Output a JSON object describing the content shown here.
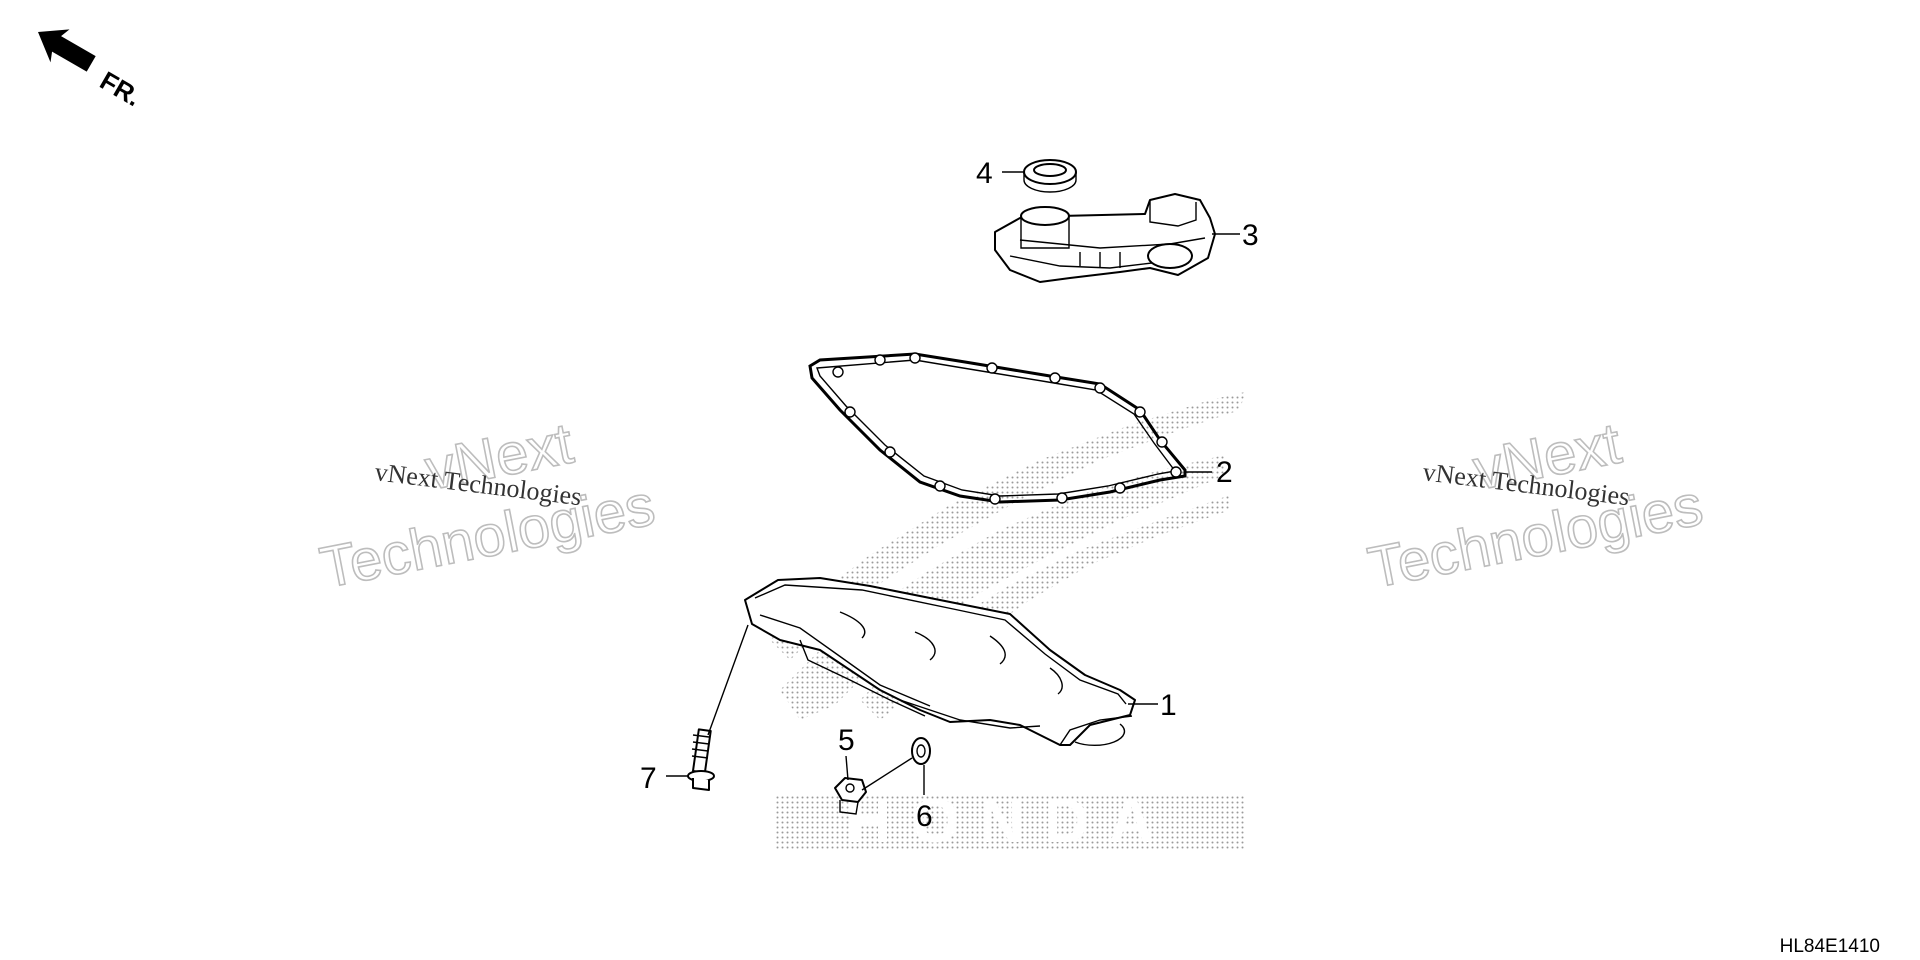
{
  "direction": {
    "label": "FR.",
    "icon": "front-arrow-icon"
  },
  "callouts": [
    {
      "id": "1",
      "label": "1",
      "part": "oil-pan"
    },
    {
      "id": "2",
      "label": "2",
      "part": "gasket"
    },
    {
      "id": "3",
      "label": "3",
      "part": "strainer"
    },
    {
      "id": "4",
      "label": "4",
      "part": "o-ring"
    },
    {
      "id": "5",
      "label": "5",
      "part": "drain-bolt"
    },
    {
      "id": "6",
      "label": "6",
      "part": "washer"
    },
    {
      "id": "7",
      "label": "7",
      "part": "flange-bolt"
    }
  ],
  "watermarks": {
    "left": {
      "line": "vNext Technologies",
      "outline_1": "vNext",
      "outline_2": "Technologies"
    },
    "right": {
      "line": "vNext Technologies",
      "outline_1": "vNext",
      "outline_2": "Technologies"
    }
  },
  "brand_watermark": "HONDA",
  "reference_code": "HL84E1410"
}
